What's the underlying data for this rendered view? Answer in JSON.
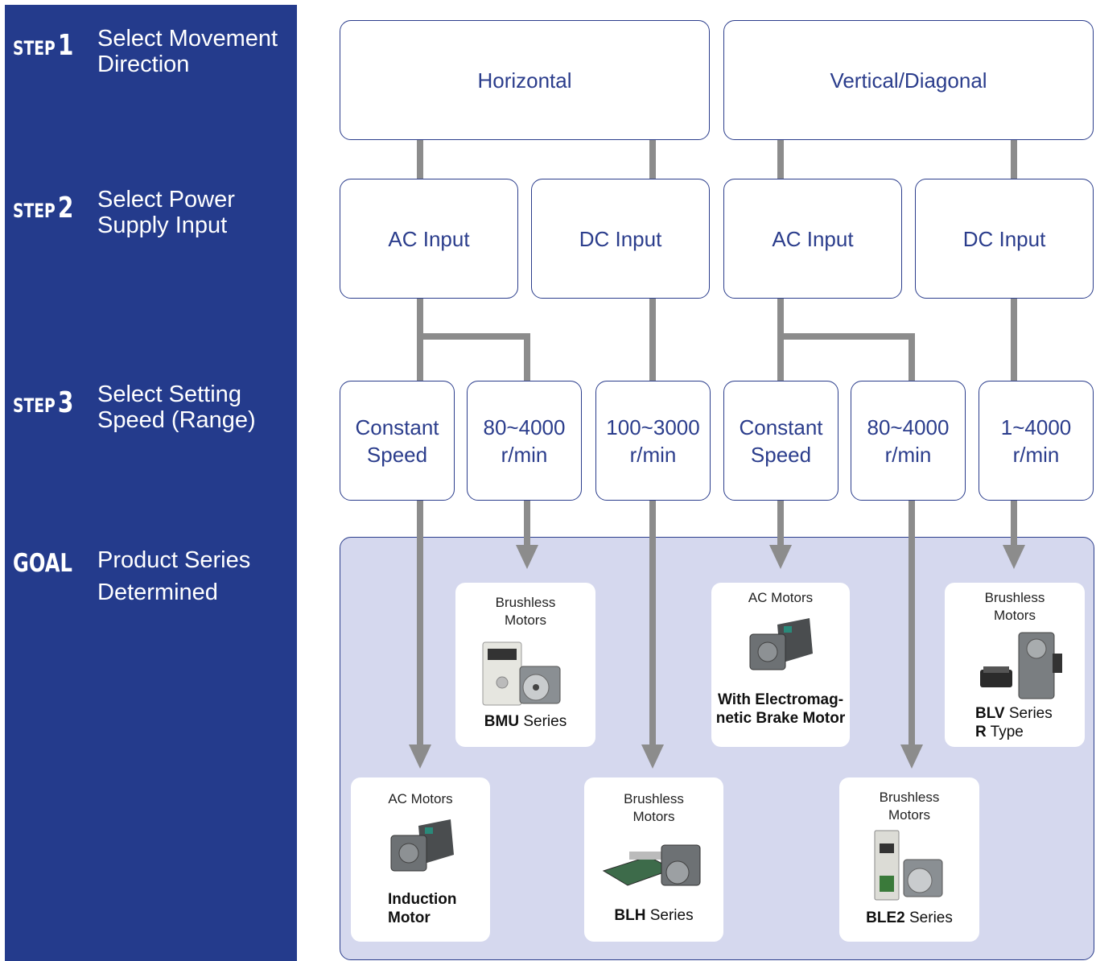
{
  "steps": [
    {
      "word": "STEP",
      "num": "1",
      "text": "Select Movement Direction"
    },
    {
      "word": "STEP",
      "num": "2",
      "text": "Select Power Supply Input"
    },
    {
      "word": "STEP",
      "num": "3",
      "text": "Select Setting Speed (Range)"
    }
  ],
  "goal": {
    "word": "GOAL",
    "text": "Product Series Determined"
  },
  "directions": {
    "horizontal": "Horizontal",
    "vertical": "Vertical/Diagonal"
  },
  "inputs": {
    "ac": "AC Input",
    "dc": "DC Input"
  },
  "speeds": {
    "constant_l1": "Constant",
    "constant_l2": "Speed",
    "s1_l1": "80~4000",
    "s1_l2": "r/min",
    "s2_l1": "100~3000",
    "s2_l2": "r/min",
    "s3_l1": "80~4000",
    "s3_l2": "r/min",
    "s4_l1": "1~4000",
    "s4_l2": "r/min"
  },
  "products": {
    "bmu": {
      "type_l1": "Brushless",
      "type_l2": "Motors",
      "bold": "BMU",
      "rest": " Series"
    },
    "brake": {
      "type": "AC Motors",
      "name_l1": "With Electromag-",
      "name_l2": "netic Brake Motor"
    },
    "blv": {
      "type_l1": "Brushless",
      "type_l2": "Motors",
      "bold1": "BLV",
      "rest1": " Series",
      "bold2": "R",
      "rest2": " Type"
    },
    "induction": {
      "type": "AC Motors",
      "name_l1": "Induction",
      "name_l2": "Motor"
    },
    "blh": {
      "type_l1": "Brushless",
      "type_l2": "Motors",
      "bold": "BLH",
      "rest": " Series"
    },
    "ble2": {
      "type_l1": "Brushless",
      "type_l2": "Motors",
      "bold": "BLE2",
      "rest": " Series"
    }
  },
  "colors": {
    "sidebar": "#243b8c",
    "box_text": "#2b3d8c",
    "connector": "#8c8c8c",
    "goal_bg": "#d5d8ee"
  }
}
